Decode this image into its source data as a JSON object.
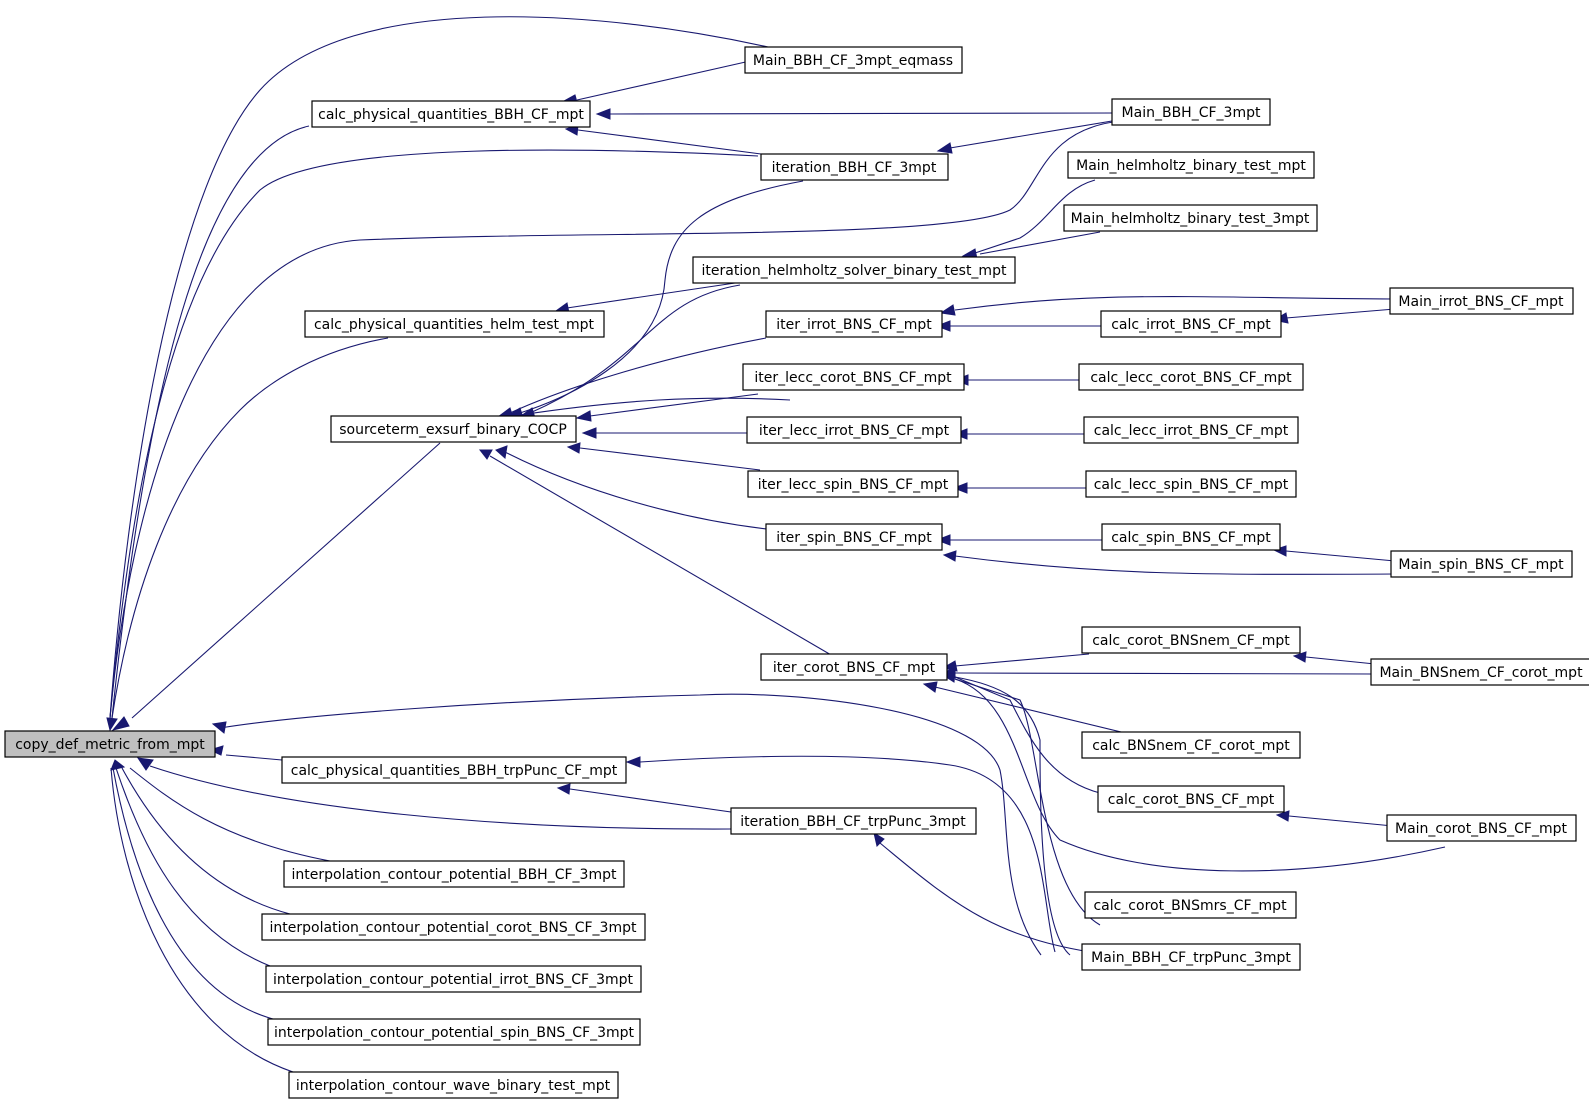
{
  "colors": {
    "edge": "#191970",
    "root_fill": "#bfbfbf",
    "node_fill": "#ffffff",
    "node_border": "#000000"
  },
  "nodes": {
    "copy_def_metric_from_mpt": "copy_def_metric_from_mpt",
    "calc_physical_quantities_BBH_CF_mpt": "calc_physical_quantities_BBH_CF_mpt",
    "calc_physical_quantities_helm_test_mpt": "calc_physical_quantities_helm_test_mpt",
    "sourceterm_exsurf_binary_COCP": "sourceterm_exsurf_binary_COCP",
    "calc_physical_quantities_BBH_trpPunc_CF_mpt": "calc_physical_quantities_BBH_trpPunc_CF_mpt",
    "interpolation_contour_potential_BBH_CF_3mpt": "interpolation_contour_potential_BBH_CF_3mpt",
    "interpolation_contour_potential_corot_BNS_CF_3mpt": "interpolation_contour_potential_corot_BNS_CF_3mpt",
    "interpolation_contour_potential_irrot_BNS_CF_3mpt": "interpolation_contour_potential_irrot_BNS_CF_3mpt",
    "interpolation_contour_potential_spin_BNS_CF_3mpt": "interpolation_contour_potential_spin_BNS_CF_3mpt",
    "interpolation_contour_wave_binary_test_mpt": "interpolation_contour_wave_binary_test_mpt",
    "Main_BBH_CF_3mpt_eqmass": "Main_BBH_CF_3mpt_eqmass",
    "iteration_BBH_CF_3mpt": "iteration_BBH_CF_3mpt",
    "iteration_helmholtz_solver_binary_test_mpt": "iteration_helmholtz_solver_binary_test_mpt",
    "iter_irrot_BNS_CF_mpt": "iter_irrot_BNS_CF_mpt",
    "iter_lecc_corot_BNS_CF_mpt": "iter_lecc_corot_BNS_CF_mpt",
    "iter_lecc_irrot_BNS_CF_mpt": "iter_lecc_irrot_BNS_CF_mpt",
    "iter_lecc_spin_BNS_CF_mpt": "iter_lecc_spin_BNS_CF_mpt",
    "iter_spin_BNS_CF_mpt": "iter_spin_BNS_CF_mpt",
    "iter_corot_BNS_CF_mpt": "iter_corot_BNS_CF_mpt",
    "iteration_BBH_CF_trpPunc_3mpt": "iteration_BBH_CF_trpPunc_3mpt",
    "Main_BBH_CF_3mpt": "Main_BBH_CF_3mpt",
    "Main_helmholtz_binary_test_mpt": "Main_helmholtz_binary_test_mpt",
    "Main_helmholtz_binary_test_3mpt": "Main_helmholtz_binary_test_3mpt",
    "calc_irrot_BNS_CF_mpt": "calc_irrot_BNS_CF_mpt",
    "calc_lecc_corot_BNS_CF_mpt": "calc_lecc_corot_BNS_CF_mpt",
    "calc_lecc_irrot_BNS_CF_mpt": "calc_lecc_irrot_BNS_CF_mpt",
    "calc_lecc_spin_BNS_CF_mpt": "calc_lecc_spin_BNS_CF_mpt",
    "calc_spin_BNS_CF_mpt": "calc_spin_BNS_CF_mpt",
    "calc_corot_BNSnem_CF_mpt": "calc_corot_BNSnem_CF_mpt",
    "calc_BNSnem_CF_corot_mpt": "calc_BNSnem_CF_corot_mpt",
    "calc_corot_BNS_CF_mpt": "calc_corot_BNS_CF_mpt",
    "calc_corot_BNSmrs_CF_mpt": "calc_corot_BNSmrs_CF_mpt",
    "Main_BBH_CF_trpPunc_3mpt": "Main_BBH_CF_trpPunc_3mpt",
    "Main_irrot_BNS_CF_mpt": "Main_irrot_BNS_CF_mpt",
    "Main_spin_BNS_CF_mpt": "Main_spin_BNS_CF_mpt",
    "Main_BNSnem_CF_corot_mpt": "Main_BNSnem_CF_corot_mpt",
    "Main_corot_BNS_CF_mpt": "Main_corot_BNS_CF_mpt"
  }
}
